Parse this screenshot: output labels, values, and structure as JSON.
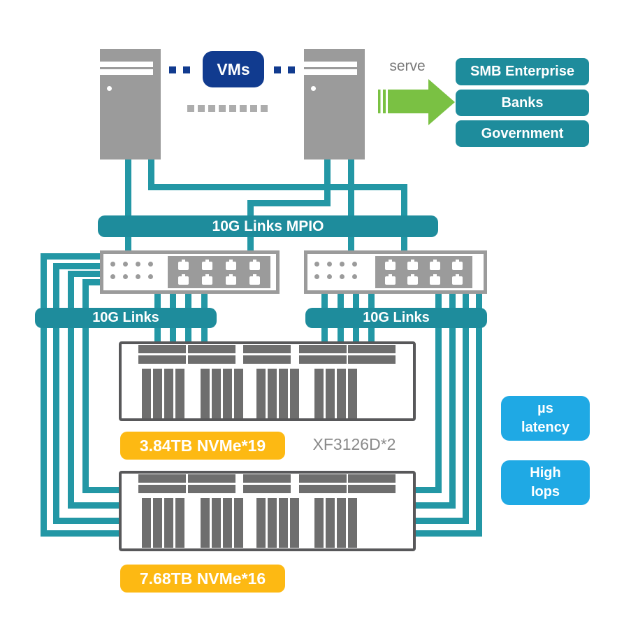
{
  "colors": {
    "teal_line": "#2397A5",
    "teal_fill": "#1E8C9C",
    "navy": "#113B8F",
    "green": "#7AC143",
    "yellow": "#FDB913",
    "light_blue": "#1FA9E4",
    "server_gray": "#9B9B9B",
    "drive_gray": "#6E6E6E",
    "frame_gray": "#58585A",
    "text_gray": "#777777"
  },
  "vms": {
    "label": "VMs"
  },
  "serve": {
    "label": "serve"
  },
  "audiences": [
    "SMB Enterprise",
    "Banks",
    "Government"
  ],
  "links": {
    "mpio": "10G Links MPIO",
    "left": "10G Links",
    "right": "10G Links"
  },
  "storage": {
    "array1_label": "3.84TB NVMe*19",
    "array2_label": "7.68TB NVMe*16",
    "model": "XF3126D*2"
  },
  "badges": [
    {
      "line1": "µs",
      "line2": "latency"
    },
    {
      "line1": "High",
      "line2": "Iops"
    }
  ],
  "icons": {
    "server_tower": "gray-tower-shape",
    "vm_dashes": "dashed-squares",
    "serve_arrow": "green-right-arrow",
    "network_switch": "switch-with-ports",
    "storage_array": "flash-array-drives"
  }
}
